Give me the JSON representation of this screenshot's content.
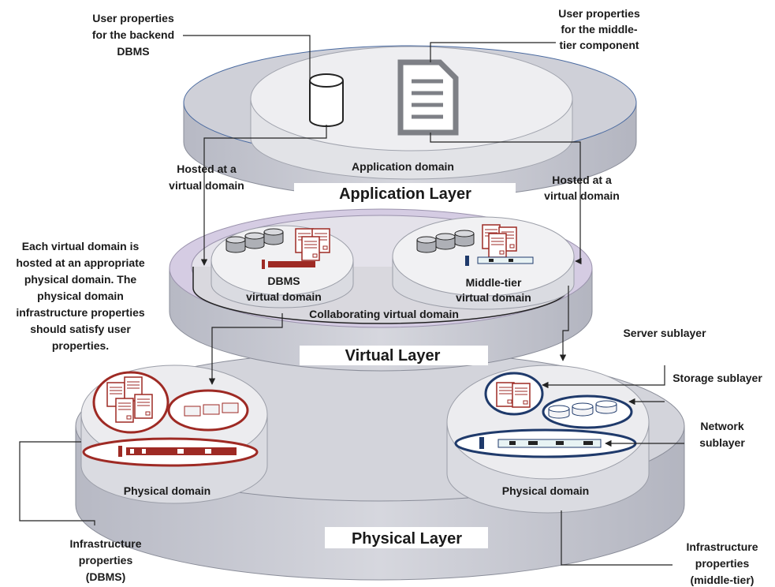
{
  "layers": {
    "application": "Application Layer",
    "virtual": "Virtual Layer",
    "physical": "Physical Layer"
  },
  "domains": {
    "application": "Application domain",
    "dbms_virtual_1": "DBMS",
    "dbms_virtual_2": "virtual domain",
    "middle_virtual_1": "Middle-tier",
    "middle_virtual_2": "virtual domain",
    "collaborating": "Collaborating virtual domain",
    "physical_left": "Physical domain",
    "physical_right": "Physical domain"
  },
  "annotations": {
    "user_props_backend": [
      "User properties",
      "for the backend",
      "DBMS"
    ],
    "user_props_middle": [
      "User properties",
      "for the middle-",
      "tier component"
    ],
    "hosted_left": [
      "Hosted at a",
      "virtual domain"
    ],
    "hosted_right": [
      "Hosted at a",
      "virtual domain"
    ],
    "each_virtual": [
      "Each virtual domain is",
      "hosted at an appropriate",
      "physical domain. The",
      "physical domain",
      "infrastructure properties",
      "should satisfy user",
      "properties."
    ],
    "server_sublayer": "Server sublayer",
    "storage_sublayer": "Storage sublayer",
    "network_sublayer": [
      "Network",
      "sublayer"
    ],
    "infra_dbms": [
      "Infrastructure",
      "properties",
      "(DBMS)"
    ],
    "infra_middle": [
      "Infrastructure",
      "properties",
      "(middle-tier)"
    ]
  },
  "colors": {
    "disc_side": "#c9cbd4",
    "disc_top": "#dcdde3",
    "inner_top": "#ededf0",
    "virtual_ring": "#d5cce3",
    "dbms_red": "#9e2a24",
    "navy": "#1f3a6b",
    "line": "#222222"
  },
  "icons": [
    "database-icon",
    "document-icon",
    "server-icon",
    "storage-icon",
    "network-switch-icon"
  ]
}
